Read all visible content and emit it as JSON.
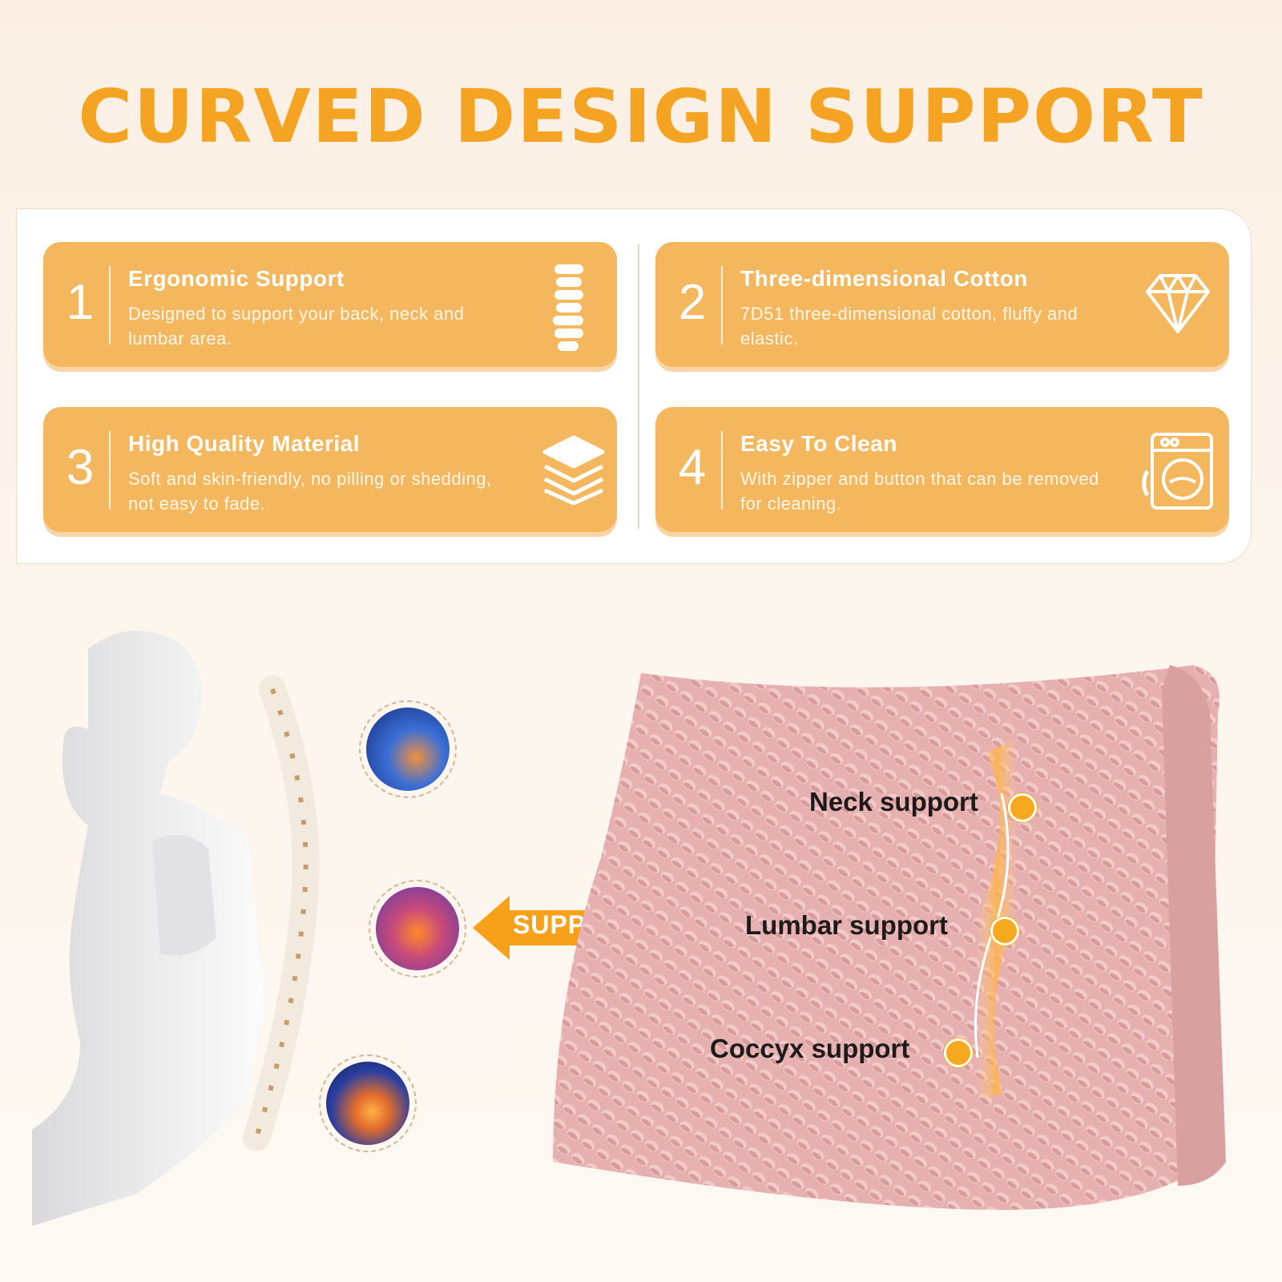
{
  "headline": "CURVED DESIGN SUPPORT",
  "features": [
    {
      "num": "1",
      "title": "Ergonomic Support",
      "desc": "Designed to support your back, neck and lumbar area.",
      "icon": "spine-icon"
    },
    {
      "num": "2",
      "title": "Three-dimensional Cotton",
      "desc": "7D51 three-dimensional cotton, fluffy and elastic.",
      "icon": "diamond-icon"
    },
    {
      "num": "3",
      "title": "High Quality Material",
      "desc": "Soft and skin-friendly, no pilling or shedding, not easy to fade.",
      "icon": "layers-icon"
    },
    {
      "num": "4",
      "title": "Easy To Clean",
      "desc": "With zipper and button that can be removed for cleaning.",
      "icon": "washing-machine-icon"
    }
  ],
  "support_arrow": "SUPPORT",
  "pillow_labels": {
    "neck": "Neck support",
    "lumbar": "Lumbar support",
    "coccyx": "Coccyx support"
  },
  "colors": {
    "accent": "#f5a323",
    "card": "#f4b75e",
    "pillow": "#e9b3b3",
    "dot": "#f6a91f"
  }
}
